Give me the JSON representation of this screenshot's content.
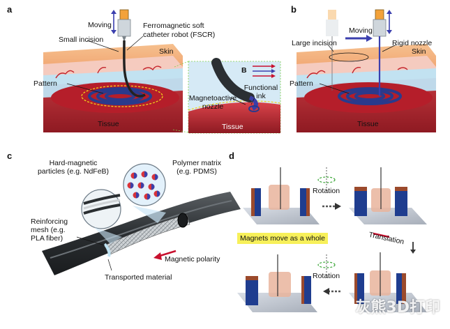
{
  "panels": {
    "a": {
      "label": "a",
      "moving": "Moving",
      "small_incision": "Small incision",
      "fscr_line1": "Ferromagnetic soft",
      "fscr_line2": "catheter robot (FSCR)",
      "skin": "Skin",
      "pattern": "Pattern",
      "tissue": "Tissue",
      "b_field": "B",
      "functional_ink_line1": "Functional",
      "functional_ink_line2": "ink",
      "magnetoactive_line1": "Magnetoactive",
      "magnetoactive_line2": "nozzle",
      "tissue_zoom": "Tissue"
    },
    "b": {
      "label": "b",
      "moving": "Moving",
      "large_incision": "Large incision",
      "rigid_nozzle": "Rigid nozzle",
      "skin": "Skin",
      "pattern": "Pattern",
      "tissue": "Tissue"
    },
    "c": {
      "label": "c",
      "hard_magnetic_line1": "Hard-magnetic",
      "hard_magnetic_line2": "particles (e.g. NdFeB)",
      "polymer_line1": "Polymer matrix",
      "polymer_line2": "(e.g. PDMS)",
      "reinforcing_line1": "Reinforcing",
      "reinforcing_line2": "mesh (e.g.",
      "reinforcing_line3": "PLA fiber)",
      "magnetic_polarity": "Magnetic polarity",
      "transported": "Transported material"
    },
    "d": {
      "label": "d",
      "rotation_top": "Rotation",
      "translation": "Translation",
      "magnets_whole": "Magnets move as a whole",
      "rotation_bottom": "Rotation"
    }
  },
  "watermark": "灰熊3D打印",
  "colors": {
    "skin": "#f2b27c",
    "dermis": "#f6d0c0",
    "tissue": "#c0242e",
    "fluid": "#bfe3f3",
    "pattern": "#2a3a8c",
    "magnet_blue": "#1f3d8f",
    "magnet_brown": "#9b4a2c",
    "highlight": "#f7f05a",
    "polarity_arrow": "#c8102e"
  }
}
